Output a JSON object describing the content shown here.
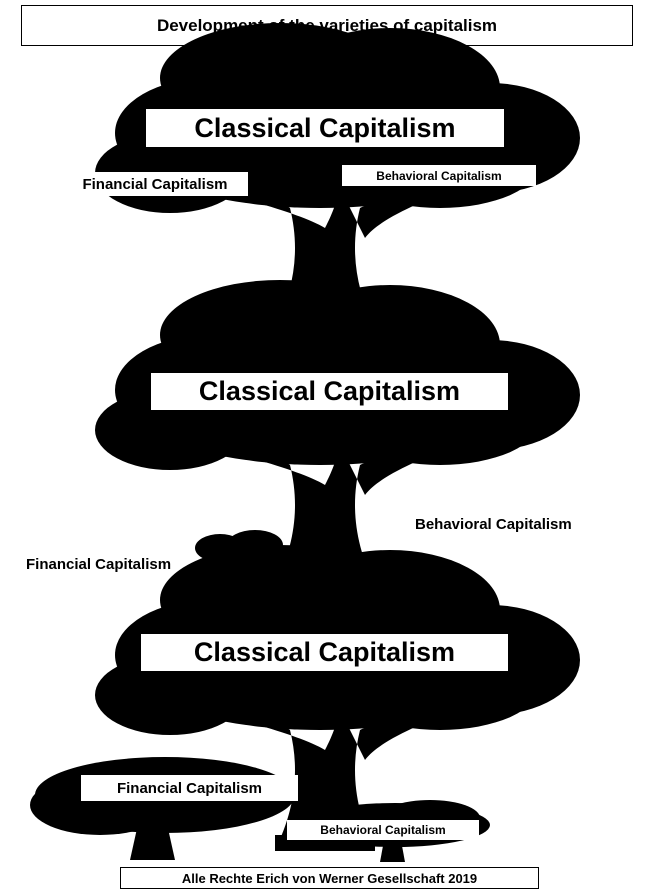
{
  "header": {
    "title": "Development of the varieties of capitalism"
  },
  "stages": [
    {
      "main_label": "Classical Capitalism",
      "left_label": "Financial Capitalism",
      "right_label": "Behavioral Capitalism"
    },
    {
      "main_label": "Classical Capitalism",
      "left_label": "Financial Capitalism",
      "right_label": "Behavioral Capitalism"
    },
    {
      "main_label": "Classical Capitalism",
      "left_label": "Financial Capitalism",
      "right_label": "Behavioral Capitalism"
    }
  ],
  "footer": {
    "copyright": "Alle Rechte Erich von Werner Gesellschaft 2019"
  },
  "colors": {
    "tree": "#000000",
    "label_bg": "#ffffff"
  }
}
